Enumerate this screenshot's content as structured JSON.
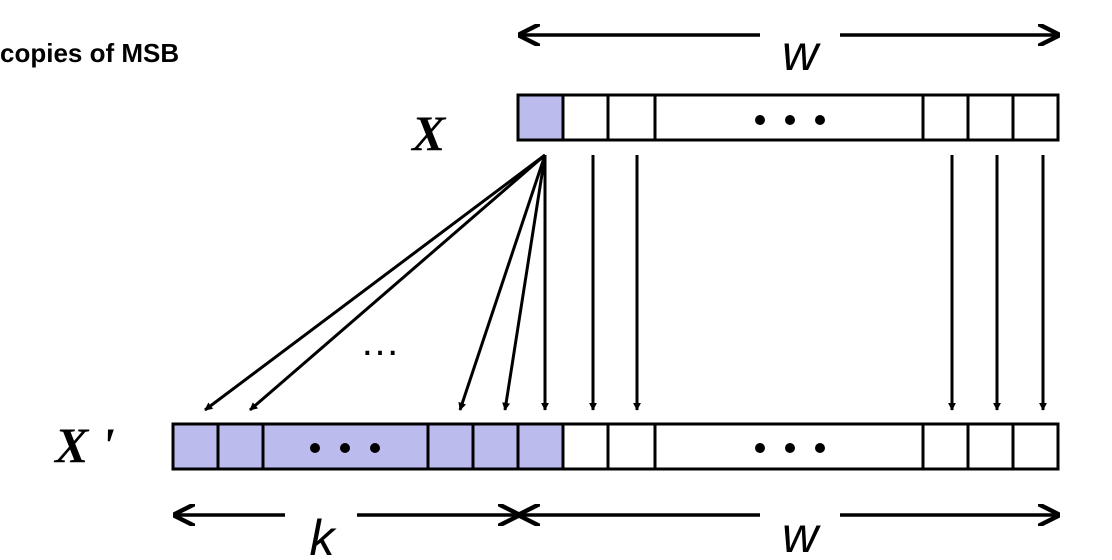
{
  "caption": "copies of MSB",
  "labels": {
    "x": "X",
    "x_prime": "X '",
    "w_top": "w",
    "w_bottom": "w",
    "k": "k",
    "arrow_ellipsis": "…"
  },
  "colors": {
    "msb_fill": "#bbbbee",
    "plain_fill": "#ffffff",
    "stroke": "#000000"
  }
}
